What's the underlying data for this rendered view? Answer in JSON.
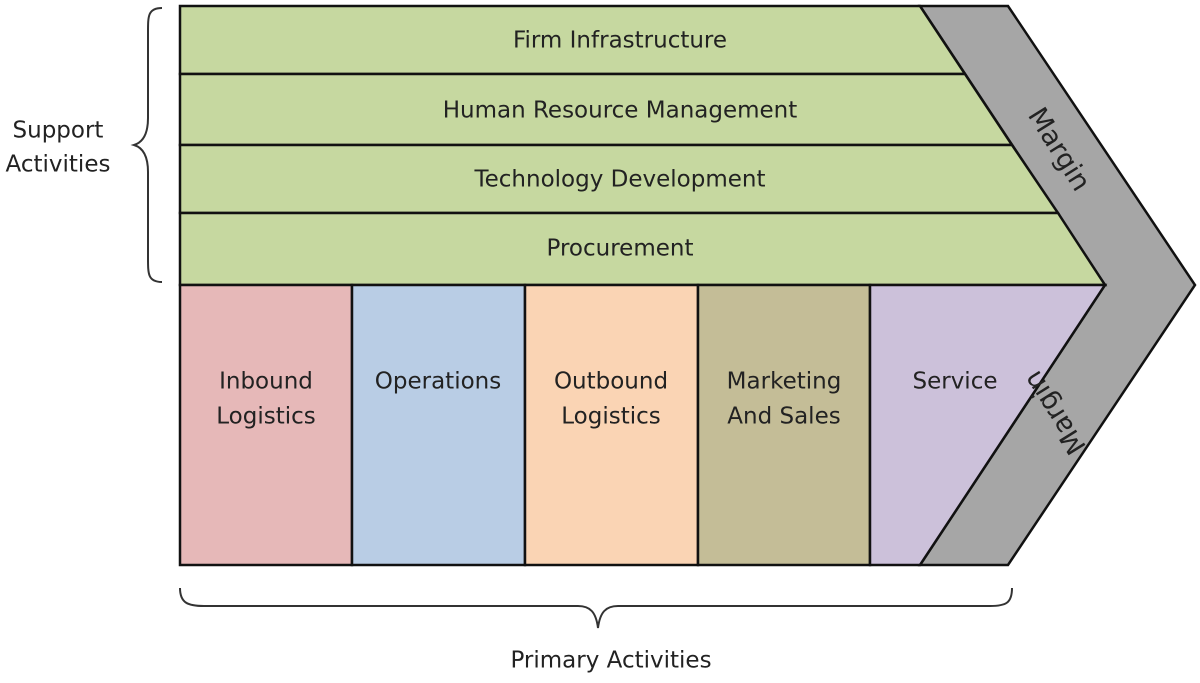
{
  "support": {
    "label_lines": [
      "Support",
      "Activities"
    ],
    "rows": [
      {
        "label": "Firm Infrastructure"
      },
      {
        "label": "Human Resource Management"
      },
      {
        "label": "Technology Development"
      },
      {
        "label": "Procurement"
      }
    ],
    "color": "#c6d8a0"
  },
  "primary": {
    "label": "Primary Activities",
    "columns": [
      {
        "lines": [
          "Inbound",
          "Logistics"
        ],
        "color": "#e6b8b8"
      },
      {
        "lines": [
          "Operations"
        ],
        "color": "#b9cde5"
      },
      {
        "lines": [
          "Outbound",
          "Logistics"
        ],
        "color": "#fad4b4"
      },
      {
        "lines": [
          "Marketing",
          "And Sales"
        ],
        "color": "#c4bd97"
      },
      {
        "lines": [
          "Service"
        ],
        "color": "#ccc1da"
      }
    ]
  },
  "margin": {
    "top_label": "Margin",
    "bottom_label": "Margin",
    "color": "#a6a6a6"
  }
}
